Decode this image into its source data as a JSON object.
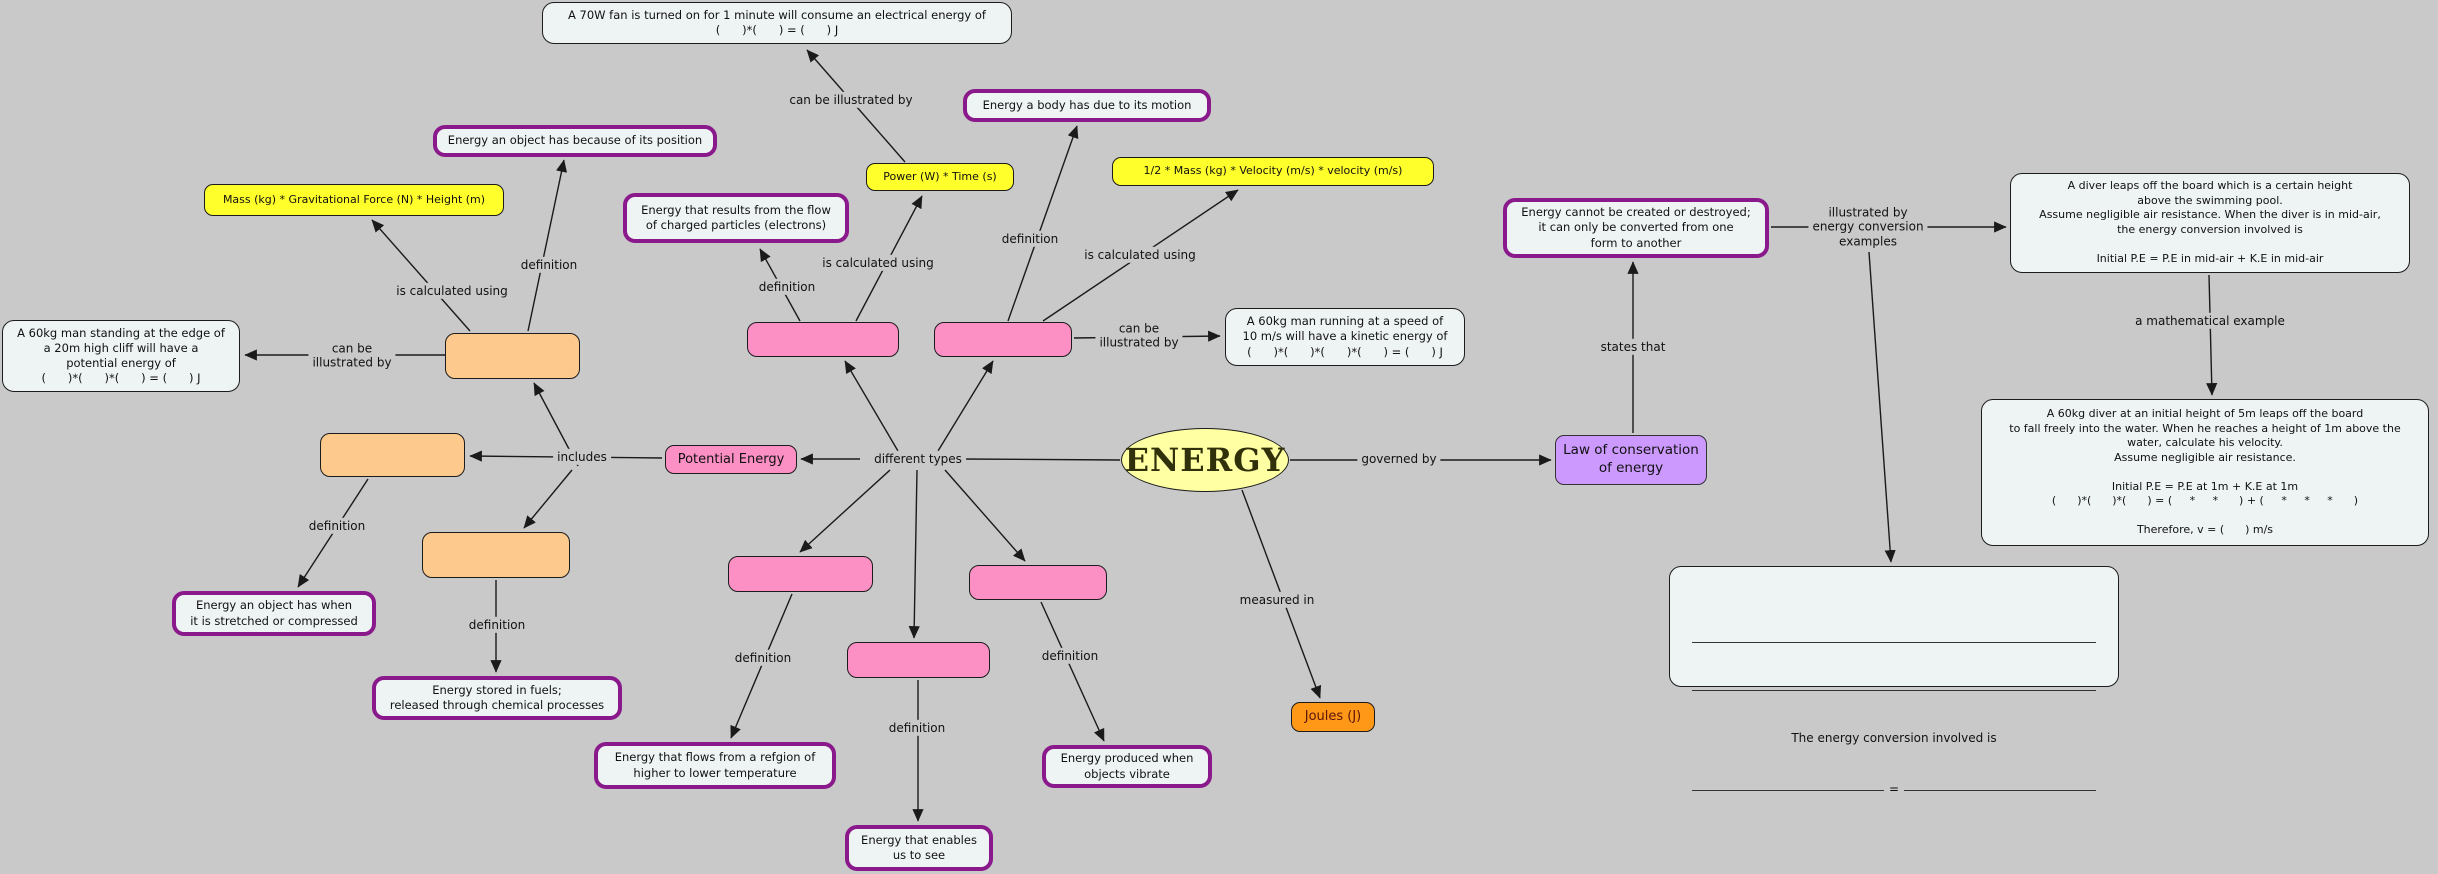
{
  "canvas": {
    "background_color": "#c9c9c9"
  },
  "colors": {
    "background": "#c9c9c9",
    "node_fill": "#eef3f4",
    "definition_border": "#8a1a8c",
    "formula_fill": "#ffff2b",
    "orange_node_fill": "#fdc98c",
    "pink_node_fill": "#fc8fc4",
    "law_fill": "#cc99ff",
    "joules_fill": "#ff9717",
    "energy_fill": "#ffffa3"
  },
  "center_node": {
    "text": "ENERGY"
  },
  "nodes": {
    "fan_example": {
      "text": "A 70W fan is turned on for 1 minute will consume an electrical energy of\n(      )*(      ) = (      ) J"
    },
    "power_time_formula": {
      "text": "Power (W) * Time (s)"
    },
    "motion_definition": {
      "text": "Energy a body has due to its motion"
    },
    "kinetic_formula": {
      "text": "1/2 * Mass (kg) * Velocity (m/s) * velocity (m/s)"
    },
    "position_definition": {
      "text": "Energy an object has because of its position"
    },
    "potential_formula": {
      "text": "Mass (kg) * Gravitational Force (N) * Height (m)"
    },
    "electrical_definition": {
      "text": "Energy that results from the flow\nof charged particles (electrons)"
    },
    "cliff_example": {
      "text": "A 60kg man standing at the edge of\na 20m high cliff will have a\npotential energy of\n(      )*(      )*(      ) = (      ) J"
    },
    "running_example": {
      "text": "A 60kg man running at a speed of\n10 m/s will have a kinetic energy of\n(      )*(      )*(      )*(      ) = (      ) J"
    },
    "conservation_statement": {
      "text": "Energy cannot be created or destroyed;\nit can only be converted from one\nform to another"
    },
    "diver_example": {
      "text": "A diver leaps off the board which is a certain height\nabove the swimming pool.\nAssume negligible air resistance. When the diver is in mid-air,\nthe energy conversion involved is\n\nInitial P.E = P.E in mid-air + K.E in mid-air"
    },
    "diver_math_example": {
      "text": "A 60kg diver at an initial height of 5m leaps off the board\nto fall freely into the water. When he reaches a height of 1m above the\nwater, calculate his velocity.\nAssume negligible air resistance.\n\nInitial P.E = P.E at 1m + K.E at 1m\n(      )*(      )*(      ) = (     *     *      ) + (     *     *     *      )\n\nTherefore, v = (      ) m/s"
    },
    "conversion_fill_in": {
      "text": "The energy conversion involved is",
      "equals_sign": "="
    },
    "law_of_conservation": {
      "text": "Law of conservation\nof energy"
    },
    "joules_unit": {
      "text": "Joules (J)"
    },
    "potential_energy_type": {
      "text": "Potential Energy"
    },
    "elastic_definition": {
      "text": "Energy an object has when\nit is stretched or compressed"
    },
    "chemical_definition": {
      "text": "Energy stored in fuels;\nreleased through chemical processes"
    },
    "heat_definition": {
      "text": "Energy that flows from a refgion of\nhigher to lower temperature"
    },
    "light_definition": {
      "text": "Energy that enables\nus to see"
    },
    "sound_definition": {
      "text": "Energy produced when\nobjects vibrate"
    }
  },
  "edge_labels": {
    "fan_illustrated": "can be illustrated by",
    "position_def": "definition",
    "pe_calc": "is calculated using",
    "cliff_illustrated": "can be\nillustrated by",
    "electrical_def": "definition",
    "power_calc": "is calculated using",
    "motion_def": "definition",
    "ke_calc": "is calculated using",
    "running_illustrated": "can be\nillustrated by",
    "includes": "includes",
    "different_types": "different types",
    "governed_by": "governed by",
    "states_that": "states that",
    "illustrated_by_examples": "illustrated by\nenergy conversion\nexamples",
    "mathematical_example": "a mathematical example",
    "measured_in": "measured in",
    "elastic_def": "definition",
    "chemical_def": "definition",
    "heat_def": "definition",
    "sound_def": "definition",
    "light_def": "definition"
  }
}
